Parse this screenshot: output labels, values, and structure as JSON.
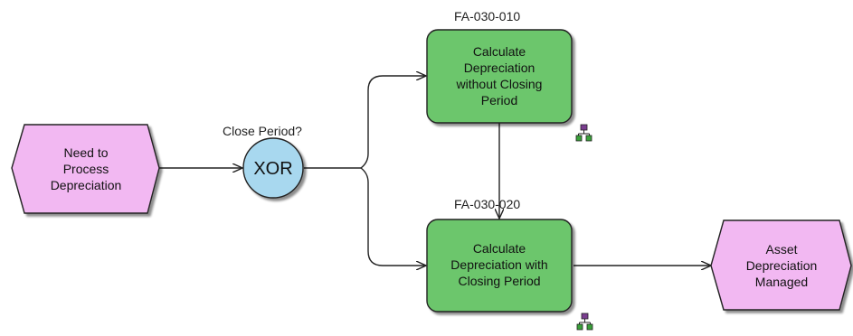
{
  "start_event": {
    "label": "Need to\nProcess\nDepreciation"
  },
  "gateway": {
    "question": "Close Period?",
    "label": "XOR"
  },
  "functions": [
    {
      "id": "FA-030-010",
      "label": "Calculate\nDepreciation\nwithout Closing\nPeriod"
    },
    {
      "id": "FA-030-020",
      "label": "Calculate\nDepreciation with\nClosing Period"
    }
  ],
  "end_event": {
    "label": "Asset\nDepreciation\nManaged"
  },
  "colors": {
    "event_fill": "#f2b8f2",
    "function_fill": "#6cc66c",
    "gateway_fill": "#a8d8ef",
    "line": "#222222"
  },
  "icons": [
    "org-unit-icon",
    "org-unit-icon"
  ]
}
